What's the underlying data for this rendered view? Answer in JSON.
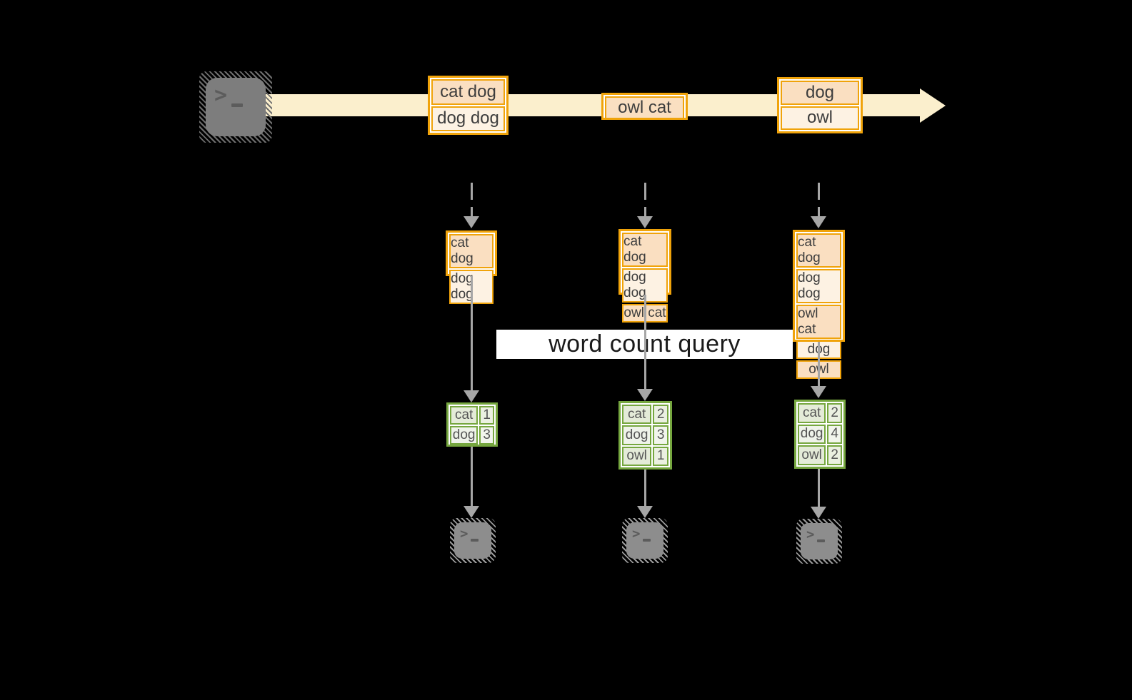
{
  "label": {
    "text": "word count query"
  },
  "timeline": {
    "groups": [
      {
        "lines": [
          "cat dog",
          "dog dog"
        ]
      },
      {
        "lines": [
          "owl cat"
        ]
      },
      {
        "lines": [
          "dog",
          "owl"
        ]
      }
    ]
  },
  "columns": [
    {
      "input": [
        "cat dog",
        "dog dog"
      ],
      "counts": [
        {
          "word": "cat",
          "count": 1
        },
        {
          "word": "dog",
          "count": 3
        }
      ]
    },
    {
      "input": [
        "cat dog",
        "dog dog",
        "owl cat"
      ],
      "counts": [
        {
          "word": "cat",
          "count": 2
        },
        {
          "word": "dog",
          "count": 3
        },
        {
          "word": "owl",
          "count": 1
        }
      ]
    },
    {
      "input": [
        "cat dog",
        "dog dog",
        "owl cat",
        "dog",
        "owl"
      ],
      "counts": [
        {
          "word": "cat",
          "count": 2
        },
        {
          "word": "dog",
          "count": 4
        },
        {
          "word": "owl",
          "count": 2
        }
      ]
    }
  ],
  "icons": {
    "source": "terminal-icon",
    "sinks": "terminal-icon",
    "prompt_caret": ">"
  },
  "colors": {
    "background": "#000000",
    "stream_band": "#FBEFCD",
    "event_border": "#F0A30A",
    "event_fill_dark": "#FADFC1",
    "event_fill_light": "#FDF2E3",
    "table_border": "#76A73F",
    "table_fill_dark": "#E4EBD8",
    "table_fill_light": "#EFF3EA",
    "arrow_gray": "#A6A6A6",
    "terminal_gray": "#7D7D7D",
    "label_bg": "#FFFFFF",
    "label_text": "#1A1A1A"
  }
}
